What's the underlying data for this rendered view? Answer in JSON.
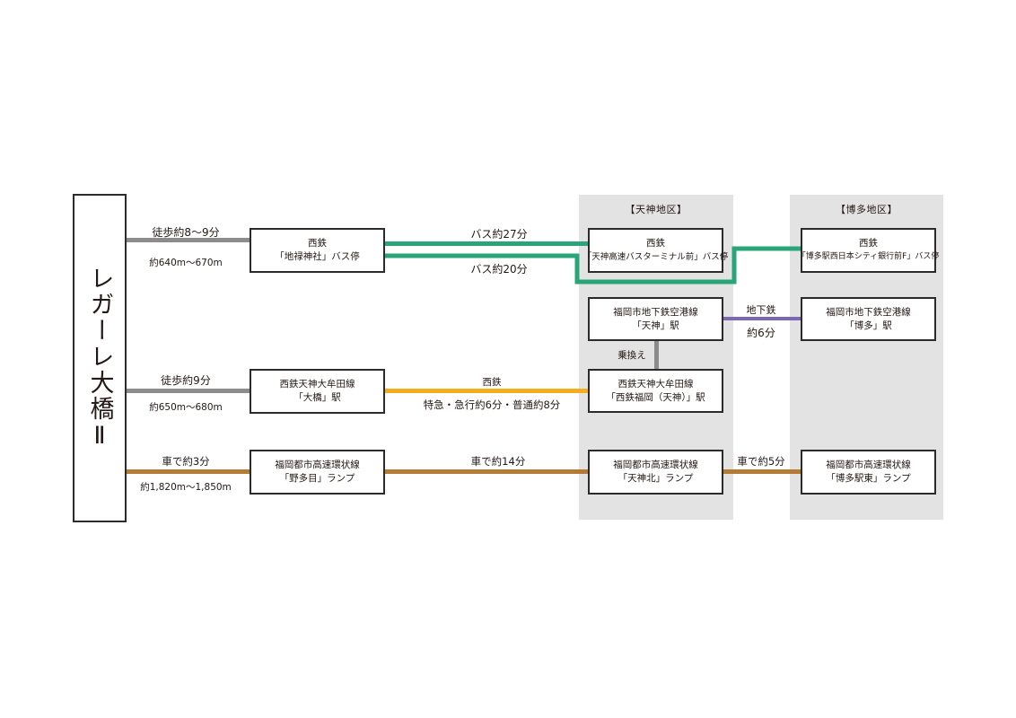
{
  "origin": {
    "name": "レガーレ大橋Ⅱ"
  },
  "colors": {
    "walk": "#8c8c8c",
    "bus": "#2aa57a",
    "subway": "#7b68b5",
    "nishitetsu": "#f2ae1c",
    "car": "#b57a33",
    "zone": "#e3e3e3",
    "transfer": "#8c8c8c"
  },
  "zones": {
    "tenjin": {
      "title": "【天神地区】"
    },
    "hakata": {
      "title": "【博多地区】"
    }
  },
  "rows": {
    "bus": {
      "walk_time": "徒歩約8〜9分",
      "walk_distance": "約640m〜670m",
      "stop": {
        "line1": "西鉄",
        "line2": "「地禄神社」バス停"
      },
      "route_upper": "バス約27分",
      "route_lower": "バス約20分",
      "tenjin_stop": {
        "line1": "西鉄",
        "line2": "「天神高速バスターミナル前」バス停"
      },
      "hakata_stop": {
        "line1": "西鉄",
        "line2": "「博多駅西日本シティ銀行前F」バス停"
      }
    },
    "subway": {
      "tenjin_station": {
        "line1": "福岡市地下鉄空港線",
        "line2": "「天神」駅"
      },
      "route_label": "地下鉄",
      "route_time": "約6分",
      "hakata_station": {
        "line1": "福岡市地下鉄空港線",
        "line2": "「博多」駅"
      },
      "transfer_label": "乗換え"
    },
    "train": {
      "walk_time": "徒歩約9分",
      "walk_distance": "約650m〜680m",
      "station": {
        "line1": "西鉄天神大牟田線",
        "line2": "「大橋」駅"
      },
      "route_label": "西鉄",
      "route_time": "特急・急行約6分・普通約8分",
      "tenjin_station": {
        "line1": "西鉄天神大牟田線",
        "line2": "「西鉄福岡（天神）」駅"
      }
    },
    "car": {
      "drive_time": "車で約3分",
      "drive_distance": "約1,820m〜1,850m",
      "ramp": {
        "line1": "福岡都市高速環状線",
        "line2": "「野多目」ランプ"
      },
      "route_time": "車で約14分",
      "tenjin_ramp": {
        "line1": "福岡都市高速環状線",
        "line2": "「天神北」ランプ"
      },
      "route_time2": "車で約5分",
      "hakata_ramp": {
        "line1": "福岡都市高速環状線",
        "line2": "「博多駅東」ランプ"
      }
    }
  }
}
